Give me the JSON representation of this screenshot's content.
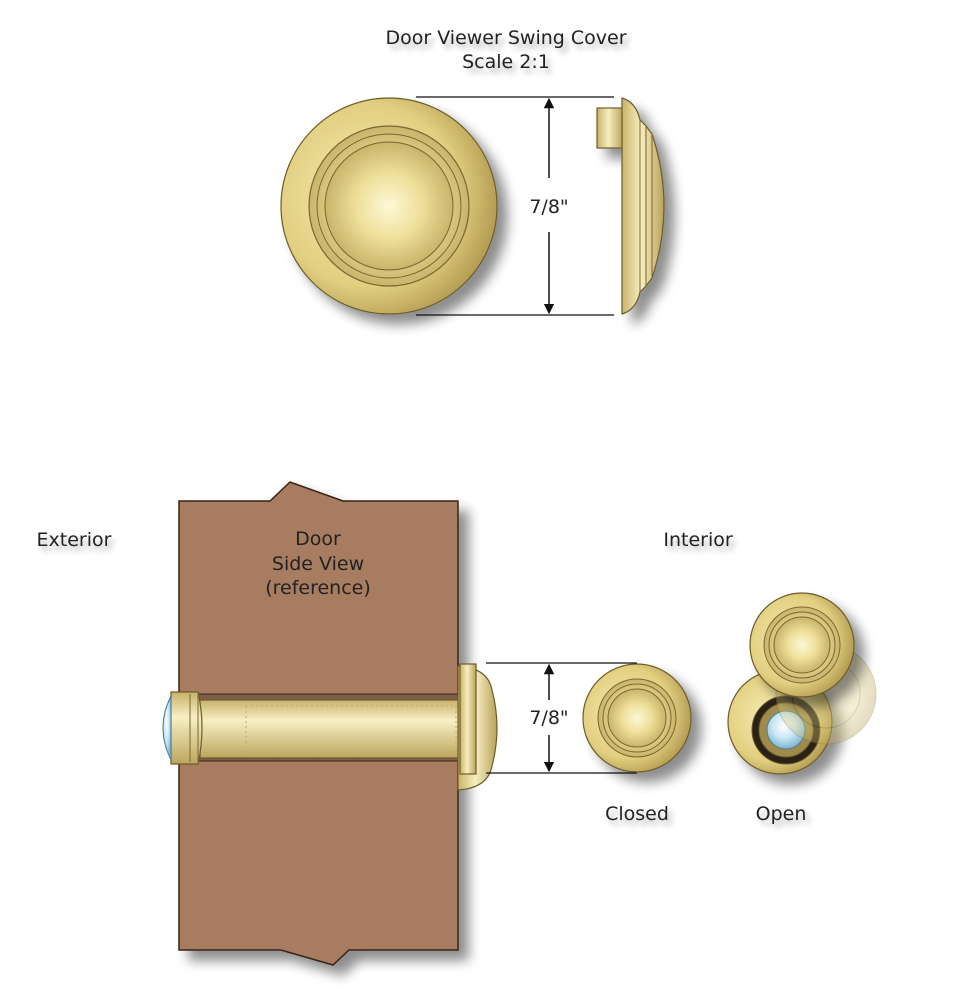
{
  "title": {
    "line1": "Door Viewer Swing Cover",
    "line2": "Scale 2:1"
  },
  "dimension_label": "7/8\"",
  "side_labels": {
    "exterior": "Exterior",
    "interior": "Interior"
  },
  "door": {
    "line1": "Door",
    "line2": "Side View",
    "line3": "(reference)"
  },
  "states": {
    "closed": "Closed",
    "open": "Open"
  },
  "colors": {
    "brass_light": "#fbf3c4",
    "brass_mid": "#e8d582",
    "brass_dark": "#a6904a",
    "door_wood": "#a77b61",
    "lens": "#bfe3f4"
  }
}
